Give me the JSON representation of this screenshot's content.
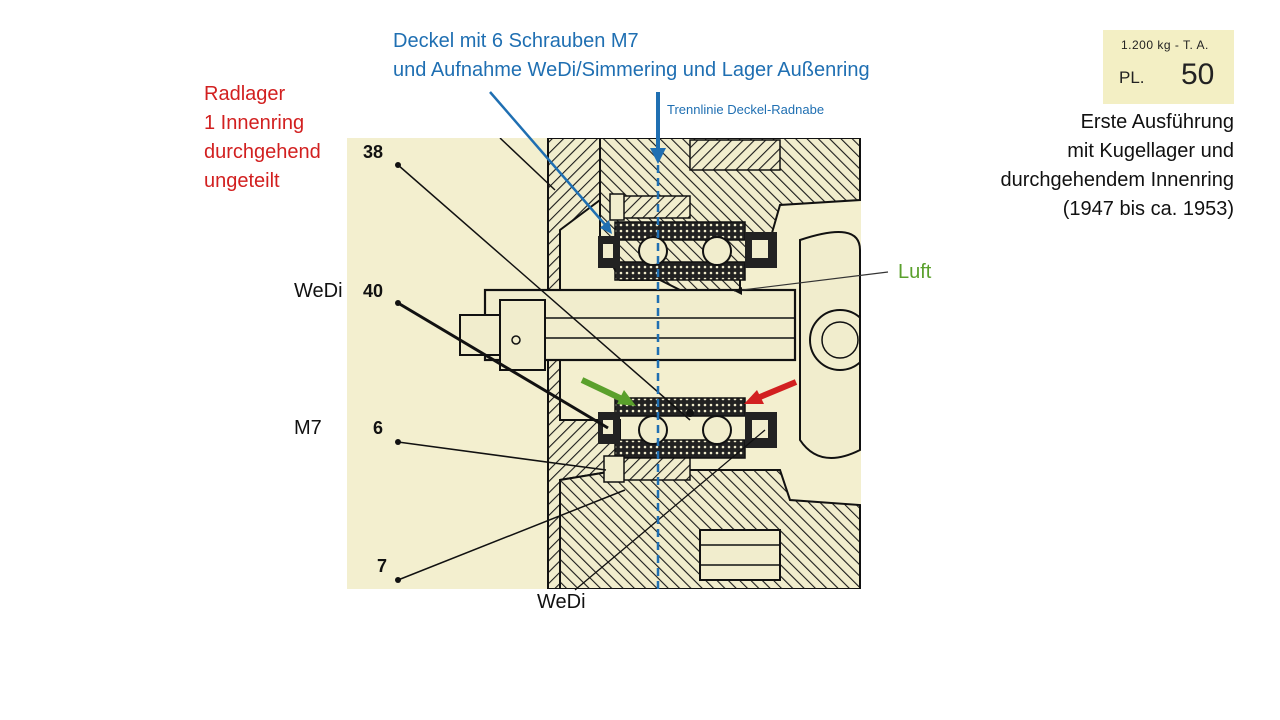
{
  "title": {
    "line1": "Deckel mit 6 Schrauben M7",
    "line2": "und Aufnahme WeDi/Simmering und Lager Außenring"
  },
  "trennlinie_label": "Trennlinie Deckel-Radnabe",
  "radlager": {
    "line1": "Radlager",
    "line2": "1 Innenring",
    "line3": "durchgehend",
    "line4": "ungeteilt"
  },
  "stamp": {
    "weight": "1.200 kg - T. A.",
    "plate_prefix": "PL.",
    "plate_number": "50"
  },
  "description": {
    "line1": "Erste Ausführung",
    "line2": "mit Kugellager und",
    "line3": "durchgehendem Innenring",
    "line4": "(1947 bis ca. 1953)"
  },
  "labels": {
    "wedi_left": "WeDi",
    "m7": "M7",
    "wedi_bottom": "WeDi",
    "luft": "Luft"
  },
  "drawing_numbers": {
    "n38": "38",
    "n40": "40",
    "n6": "6",
    "n7": "7"
  },
  "colors": {
    "blue": "#1f6fb2",
    "red": "#d22020",
    "green": "#5aa02c",
    "paper": "#f3efcf"
  }
}
